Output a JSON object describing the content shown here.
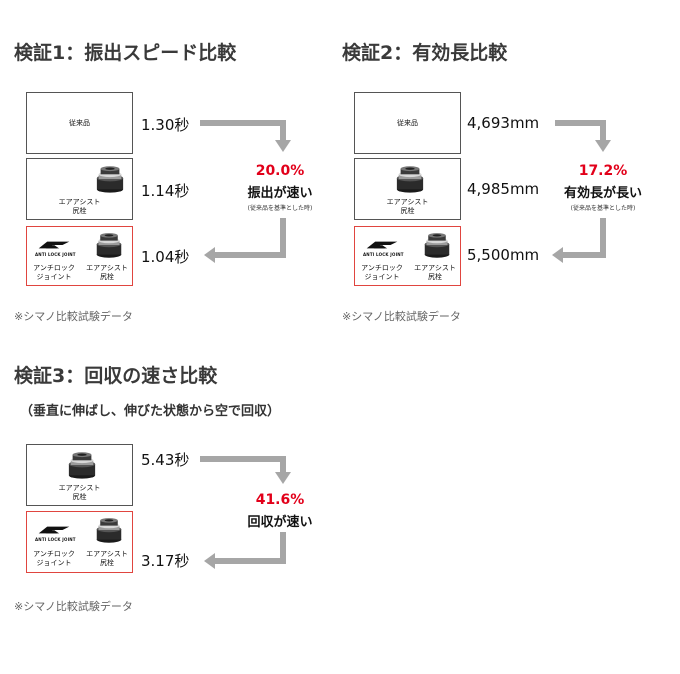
{
  "colors": {
    "accent": "#e2001a",
    "arrow": "#a6a6a6",
    "highlight_border": "#e0453f"
  },
  "labels": {
    "conventional": "従来品",
    "air_assist": "エアアシスト\n尻栓",
    "anti_lock": "アンチロック\nジョイント",
    "logo": "ANTI LOCK JOINT"
  },
  "note": "※シマノ比較試験データ",
  "sections": [
    {
      "title": "検証1：振出スピード比較",
      "rows": [
        {
          "value": "1.30秒"
        },
        {
          "value": "1.14秒"
        },
        {
          "value": "1.04秒"
        }
      ],
      "percent": "20.0%",
      "result": "振出が速い",
      "basis": "(従来品を基準とした時)"
    },
    {
      "title": "検証2：有効長比較",
      "rows": [
        {
          "value": "4,693mm"
        },
        {
          "value": "4,985mm"
        },
        {
          "value": "5,500mm"
        }
      ],
      "percent": "17.2%",
      "result": "有効長が長い",
      "basis": "(従来品を基準とした時)"
    },
    {
      "title": "検証3：回収の速さ比較",
      "subtitle": "（垂直に伸ばし、伸びた状態から空で回収）",
      "rows": [
        {
          "value": "5.43秒"
        },
        {
          "value": "3.17秒"
        }
      ],
      "percent": "41.6%",
      "result": "回収が速い"
    }
  ],
  "chart_data": [
    {
      "type": "table",
      "title": "検証1：振出スピード比較",
      "categories": [
        "従来品",
        "エアアシスト尻栓",
        "アンチロックジョイント + エアアシスト尻栓"
      ],
      "values": [
        1.3,
        1.14,
        1.04
      ],
      "unit": "秒",
      "annotation": "20.0% 振出が速い (従来品を基準とした時)"
    },
    {
      "type": "table",
      "title": "検証2：有効長比較",
      "categories": [
        "従来品",
        "エアアシスト尻栓",
        "アンチロックジョイント + エアアシスト尻栓"
      ],
      "values": [
        4693,
        4985,
        5500
      ],
      "unit": "mm",
      "annotation": "17.2% 有効長が長い (従来品を基準とした時)"
    },
    {
      "type": "table",
      "title": "検証3：回収の速さ比較",
      "subtitle": "（垂直に伸ばし、伸びた状態から空で回収）",
      "categories": [
        "エアアシスト尻栓",
        "アンチロックジョイント + エアアシスト尻栓"
      ],
      "values": [
        5.43,
        3.17
      ],
      "unit": "秒",
      "annotation": "41.6% 回収が速い"
    }
  ]
}
